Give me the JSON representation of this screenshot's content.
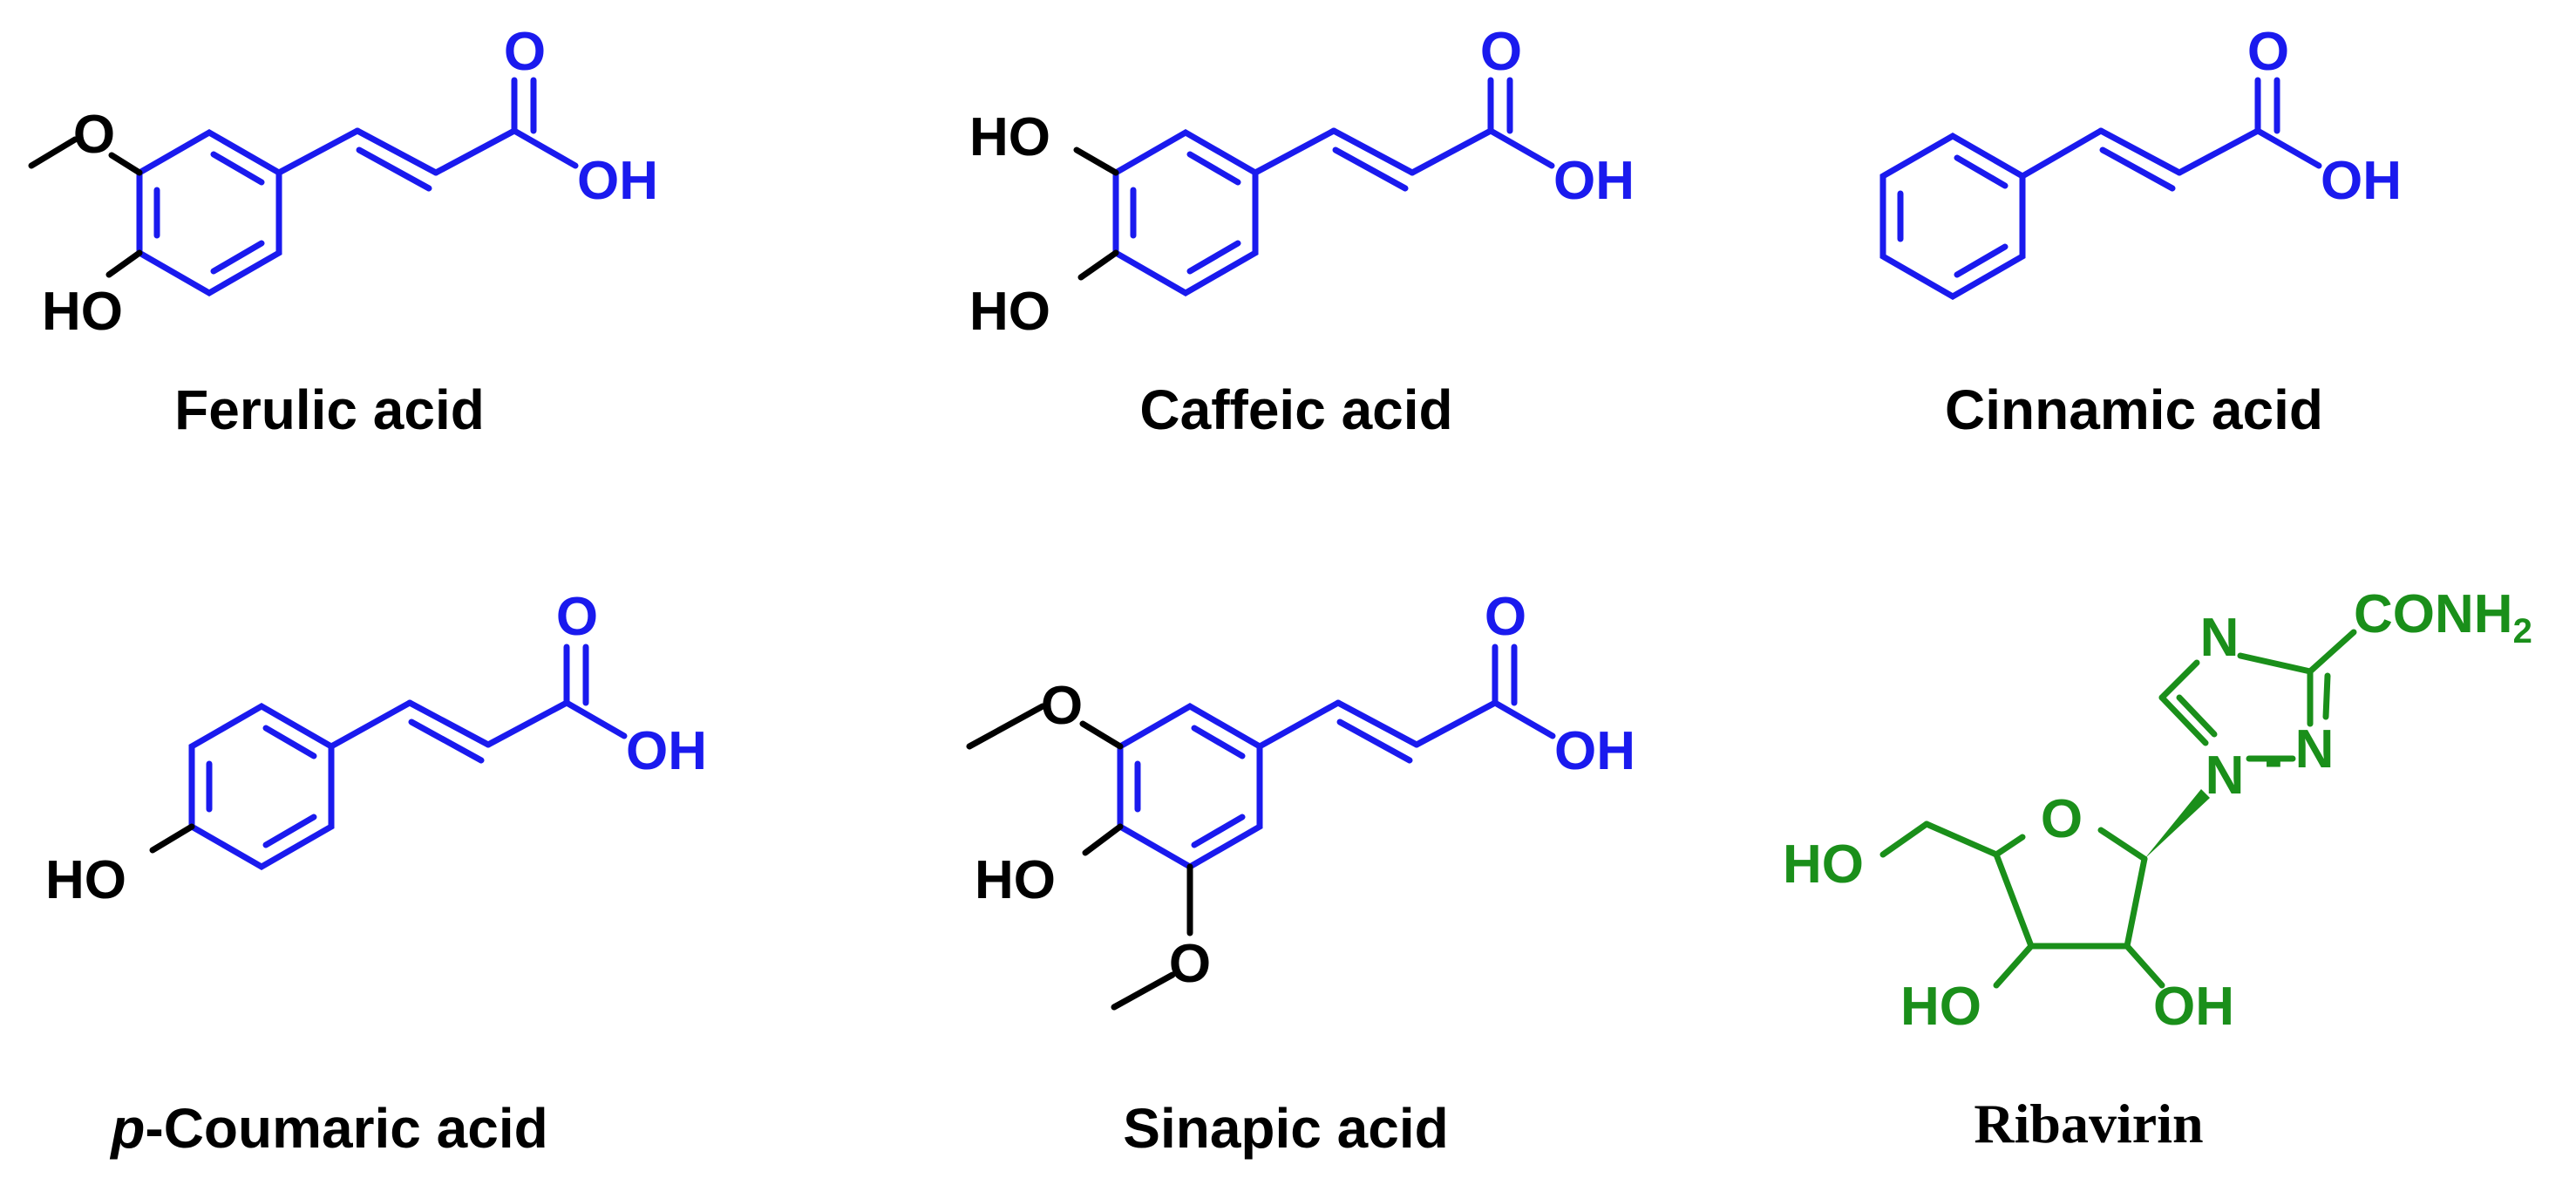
{
  "colors": {
    "acid": "#1a1aee",
    "ribavirin": "#1a8f1a",
    "substituent": "#000000"
  },
  "compounds": {
    "ferulic": {
      "name": "Ferulic acid",
      "carbonyl_o": "O",
      "acid_group": "OH",
      "ether_o": "O",
      "phenol": "HO"
    },
    "caffeic": {
      "name": "Caffeic acid",
      "carbonyl_o": "O",
      "acid_group": "OH",
      "phenol_top": "HO",
      "phenol_bottom": "HO"
    },
    "cinnamic": {
      "name": "Cinnamic acid",
      "carbonyl_o": "O",
      "acid_group": "OH"
    },
    "coumaric": {
      "name_prefix": "p",
      "name_rest": "-Coumaric acid",
      "carbonyl_o": "O",
      "acid_group": "OH",
      "phenol": "HO"
    },
    "sinapic": {
      "name": "Sinapic acid",
      "carbonyl_o": "O",
      "acid_group": "OH",
      "ether_o_top": "O",
      "phenol": "HO",
      "ether_o_bottom": "O"
    },
    "ribavirin": {
      "name": "Ribavirin",
      "amide_main": "CONH",
      "amide_sub": "2",
      "n_top": "N",
      "n_right": "N",
      "n_bottom": "N",
      "n_bottom_dash": "-",
      "ring_o": "O",
      "oh_left": "HO",
      "oh_bottom_left": "HO",
      "oh_bottom_right": "OH"
    }
  }
}
